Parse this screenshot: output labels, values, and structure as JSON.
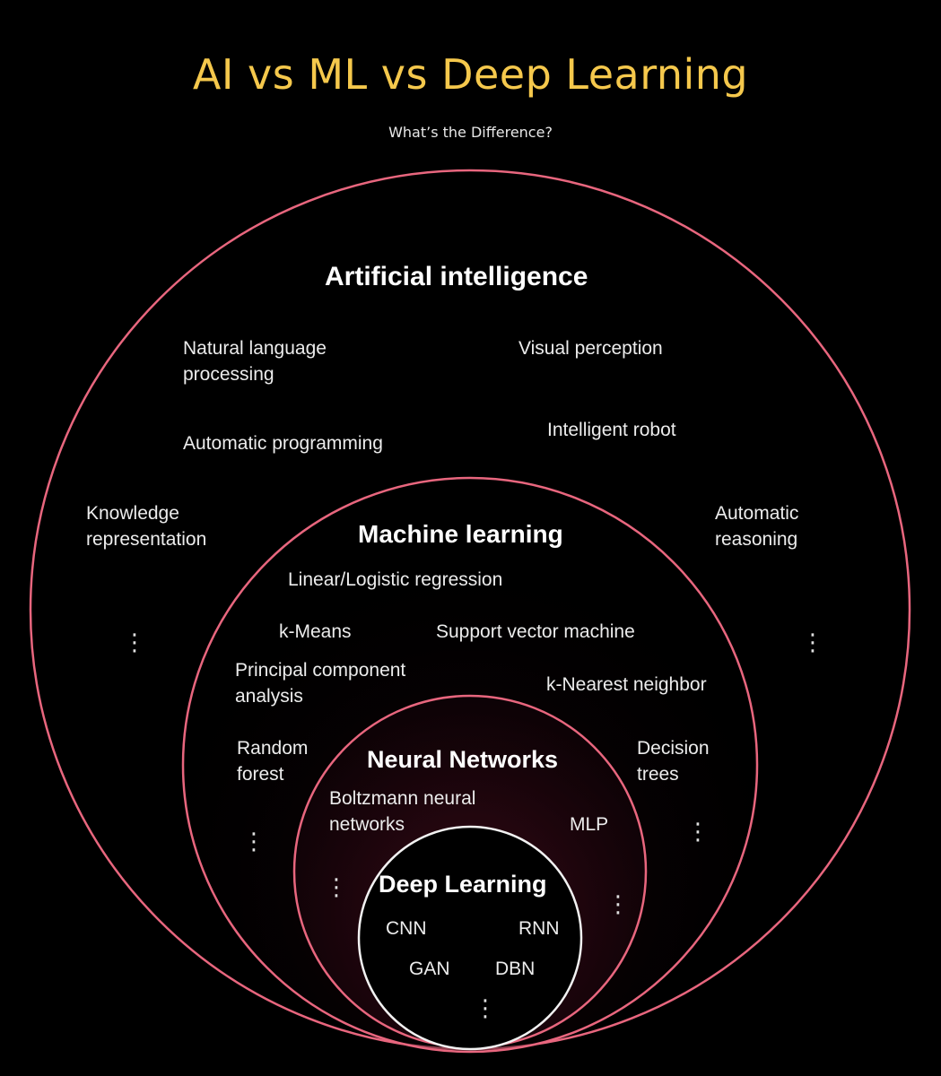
{
  "header": {
    "title": "AI vs ML vs Deep Learning",
    "subtitle": "What’s the Difference?"
  },
  "colors": {
    "title": "#f5c84c",
    "ring": "#e8667e",
    "background": "#000000"
  },
  "diagram": {
    "ai": {
      "heading": "Artificial intelligence",
      "items": {
        "nlp_1": "Natural language",
        "nlp_2": "processing",
        "visual": "Visual perception",
        "autoprog": "Automatic programming",
        "robot": "Intelligent robot",
        "knowledge_1": "Knowledge",
        "knowledge_2": "representation",
        "reasoning_1": "Automatic",
        "reasoning_2": "reasoning"
      }
    },
    "ml": {
      "heading": "Machine learning",
      "items": {
        "regression": "Linear/Logistic regression",
        "kmeans": "k-Means",
        "svm": "Support vector machine",
        "pca_1": "Principal component",
        "pca_2": "analysis",
        "knn": "k-Nearest neighbor",
        "rf_1": "Random",
        "rf_2": "forest",
        "dt_1": "Decision",
        "dt_2": "trees"
      }
    },
    "nn": {
      "heading": "Neural Networks",
      "items": {
        "boltz_1": "Boltzmann neural",
        "boltz_2": "networks",
        "mlp": "MLP"
      }
    },
    "dl": {
      "heading": "Deep Learning",
      "items": {
        "cnn": "CNN",
        "rnn": "RNN",
        "gan": "GAN",
        "dbn": "DBN"
      }
    }
  }
}
